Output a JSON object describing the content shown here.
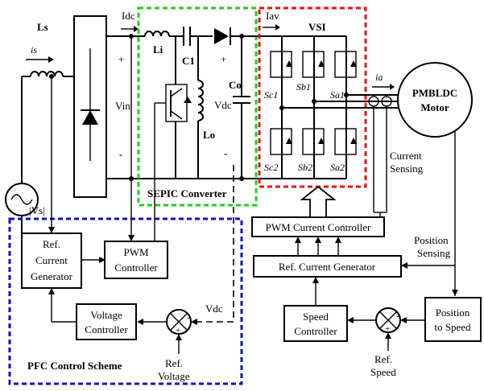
{
  "labels": {
    "ls": "Ls",
    "is": "is",
    "idc": "Idc",
    "vin": "Vin",
    "li": "Li",
    "c1": "C1",
    "lo": "Lo",
    "co": "Co",
    "vdc": "Vdc",
    "iav": "Iav",
    "vsi": "VSI",
    "ia": "ia",
    "sc1": "Sc1",
    "sb1": "Sb1",
    "sa1": "Sa1",
    "sc2": "Sc2",
    "sb2": "Sb2",
    "sa2": "Sa2",
    "motor_line1": "PMBLDC",
    "motor_line2": "Motor",
    "current_sensing_1": "Current",
    "current_sensing_2": "Sensing",
    "position_sensing_1": "Position",
    "position_sensing_2": "Sensing",
    "sepic": "SEPIC Converter",
    "pfc": "PFC Control Scheme",
    "vs_abs": "|Vs|",
    "vdc_fb": "Vdc",
    "ref_voltage_1": "Ref.",
    "ref_voltage_2": "Voltage",
    "ref_speed_1": "Ref.",
    "ref_speed_2": "Speed",
    "plus": "+",
    "minus": "-",
    "minus_node": "-"
  },
  "blocks": {
    "ref_current_gen": [
      "Ref.",
      "Current",
      "Generator"
    ],
    "pwm_controller": [
      "PWM",
      "Controller"
    ],
    "voltage_controller": [
      "Voltage",
      "Controller"
    ],
    "pwm_current_controller": "PWM Current Controller",
    "ref_current_generator": "Ref. Current Generator",
    "speed_controller": [
      "Speed",
      "Controller"
    ],
    "position_to_speed": [
      "Position",
      "to Speed"
    ]
  },
  "colors": {
    "sepic_box": "#22cc22",
    "vsi_box": "#ee1111",
    "pfc_box": "#1111cc",
    "line": "#000000"
  }
}
